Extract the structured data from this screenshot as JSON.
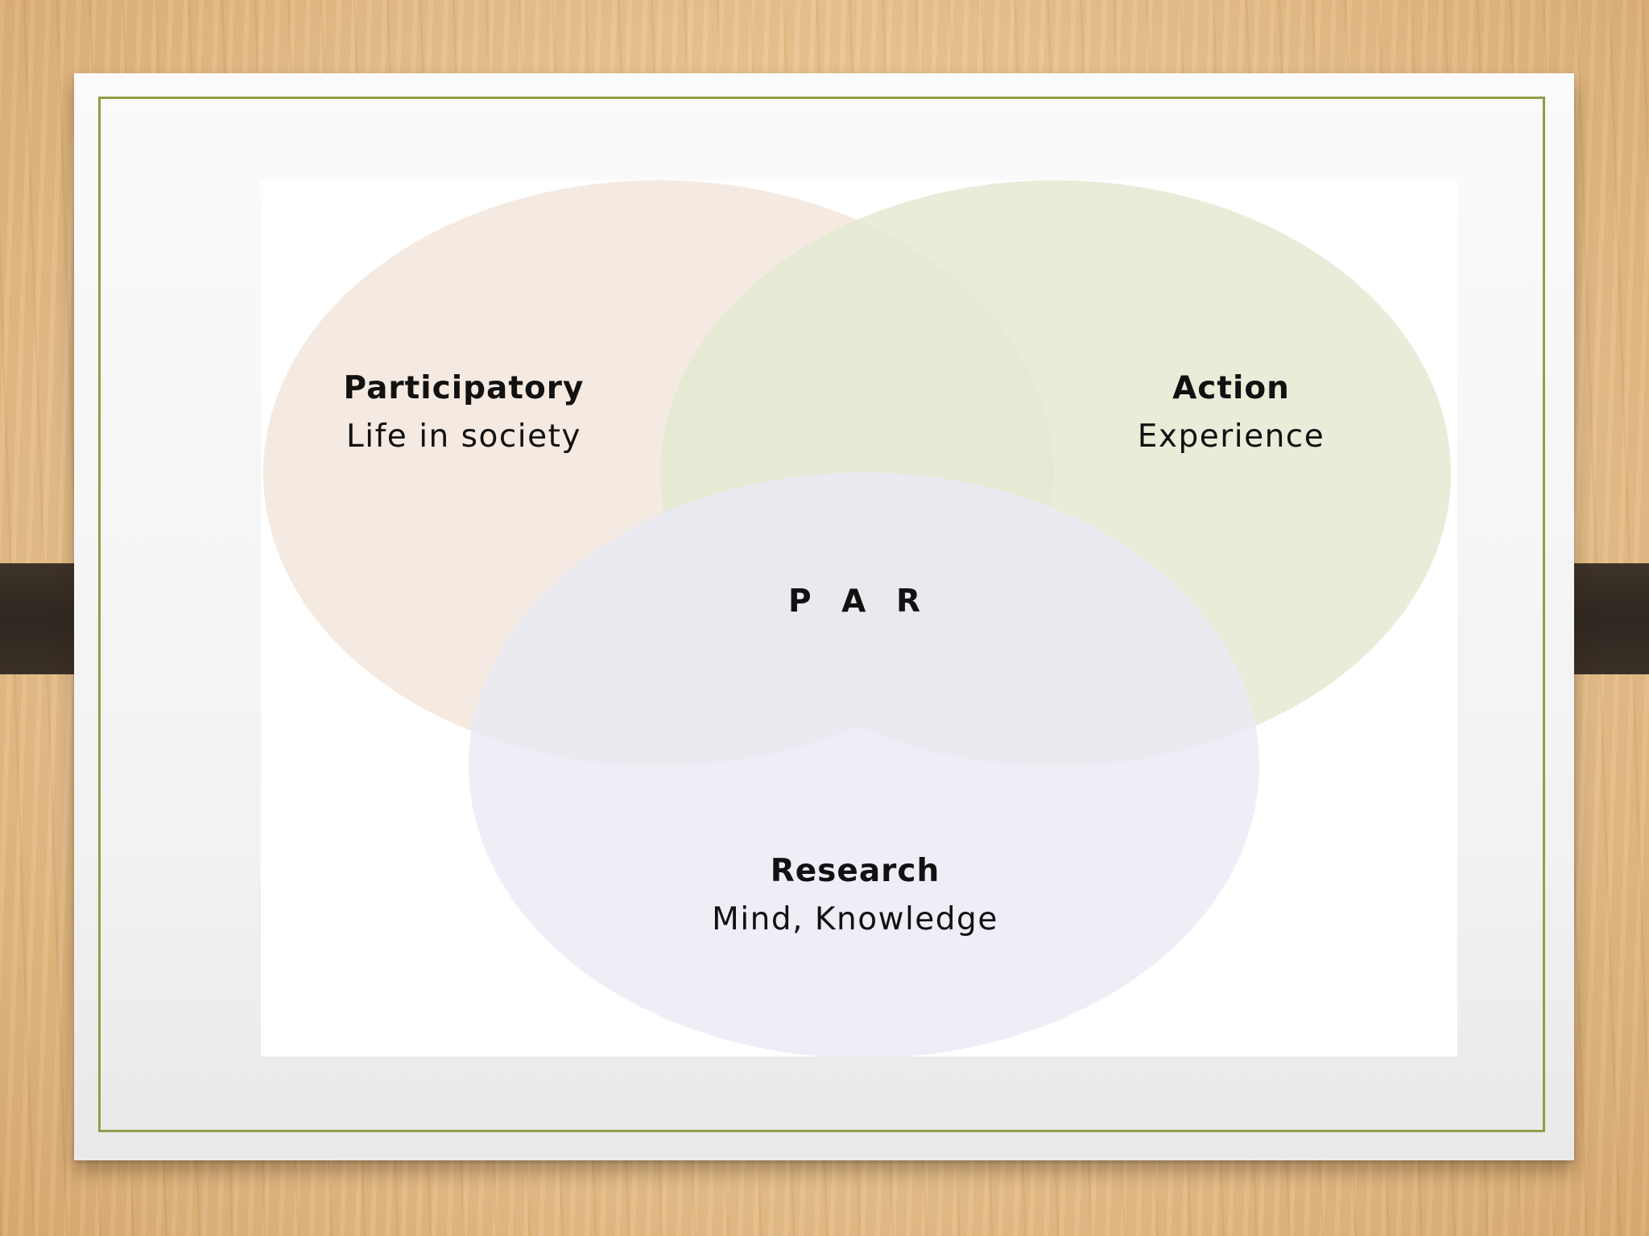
{
  "diagram": {
    "sets": [
      {
        "id": "participatory",
        "title": "Participatory",
        "subtitle": "Life in society",
        "color": "#f3e6dc"
      },
      {
        "id": "action",
        "title": "Action",
        "subtitle": "Experience",
        "color": "#e8edd9"
      },
      {
        "id": "research",
        "title": "Research",
        "subtitle": "Mind, Knowledge",
        "color": "#e9eaf3"
      }
    ],
    "center_label": "P A R"
  },
  "colors": {
    "frame_border": "#8da046",
    "clip": "#2f2720"
  }
}
